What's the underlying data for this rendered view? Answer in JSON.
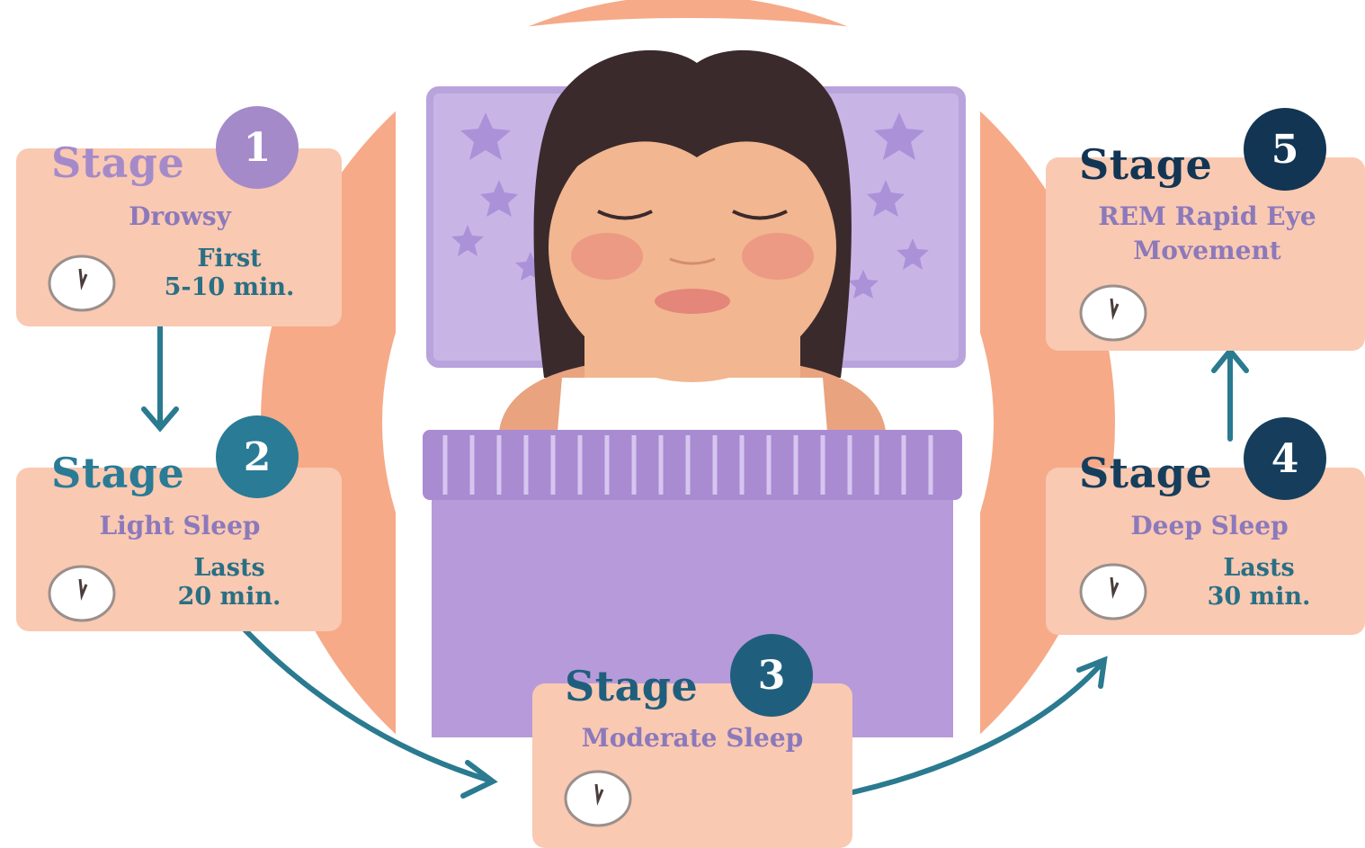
{
  "stages": [
    {
      "word": "Stage",
      "number": "1",
      "name": "Drowsy",
      "time_line1": "First",
      "time_line2": "5-10 min."
    },
    {
      "word": "Stage",
      "number": "2",
      "name": "Light Sleep",
      "time_line1": "Lasts",
      "time_line2": "20 min."
    },
    {
      "word": "Stage",
      "number": "3",
      "name": "Moderate Sleep",
      "time_line1": "",
      "time_line2": ""
    },
    {
      "word": "Stage",
      "number": "4",
      "name": "Deep Sleep",
      "time_line1": "Lasts",
      "time_line2": "30 min."
    },
    {
      "word": "Stage",
      "number": "5",
      "name": "REM Rapid Eye Movement",
      "time_line1": "",
      "time_line2": ""
    }
  ],
  "colors": {
    "card": "#f9c9b2",
    "ring": "#f6aa88",
    "stage1": "#a58ac9",
    "stage2": "#2a7b95",
    "stage3": "#1f5f7d",
    "stage4": "#163e5c",
    "stage5": "#123553",
    "name_purple": "#8c79bb",
    "arrow": "#2a7a90"
  },
  "icons": [
    "clock-icon",
    "arrow-icon"
  ]
}
